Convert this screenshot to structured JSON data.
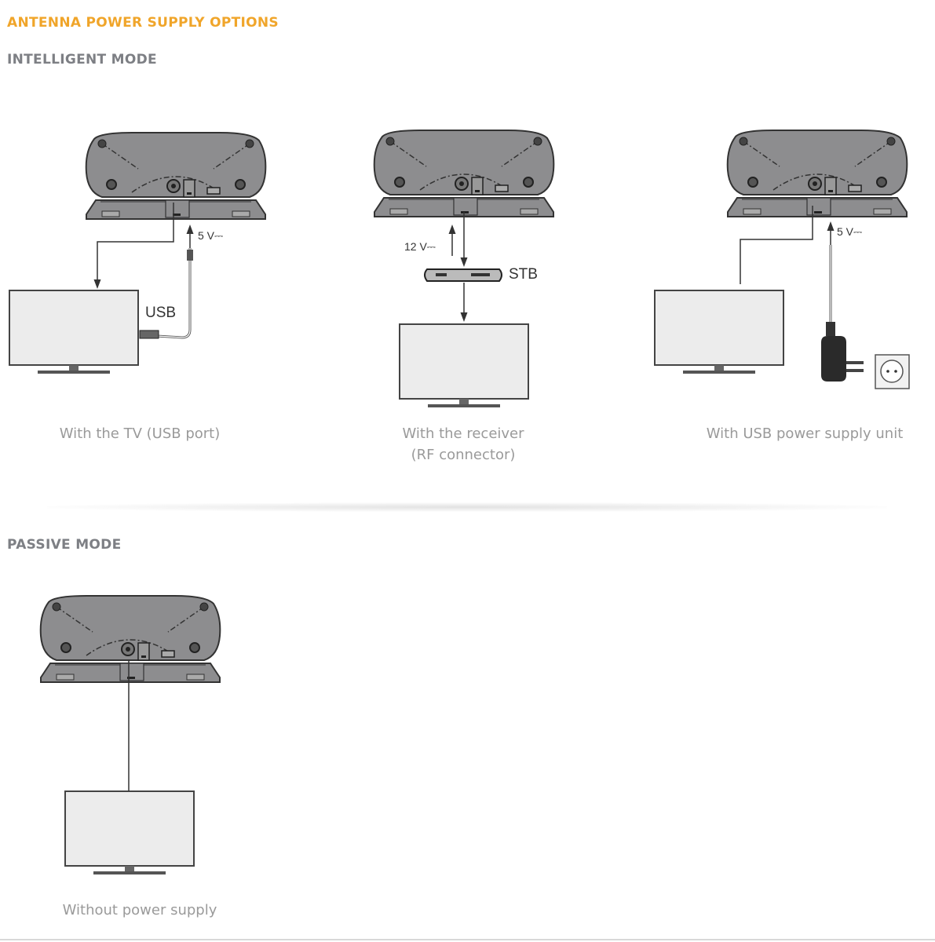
{
  "title": "ANTENNA POWER SUPPLY OPTIONS",
  "colors": {
    "title": "#f0a52a",
    "heading": "#7d7f84",
    "caption": "#9a9a9a",
    "antenna": "#8d8d8f"
  },
  "intelligent_mode": {
    "heading": "INTELLIGENT MODE",
    "options": [
      {
        "caption": "With the TV (USB port)",
        "voltage": "5 V⎓",
        "connector_label": "USB"
      },
      {
        "caption_line1": "With the receiver",
        "caption_line2": "(RF connector)",
        "voltage": "12 V⎓",
        "device_label": "STB"
      },
      {
        "caption": "With USB power supply unit",
        "voltage": "5 V⎓"
      }
    ]
  },
  "passive_mode": {
    "heading": "PASSIVE MODE",
    "options": [
      {
        "caption": "Without power supply"
      }
    ]
  }
}
